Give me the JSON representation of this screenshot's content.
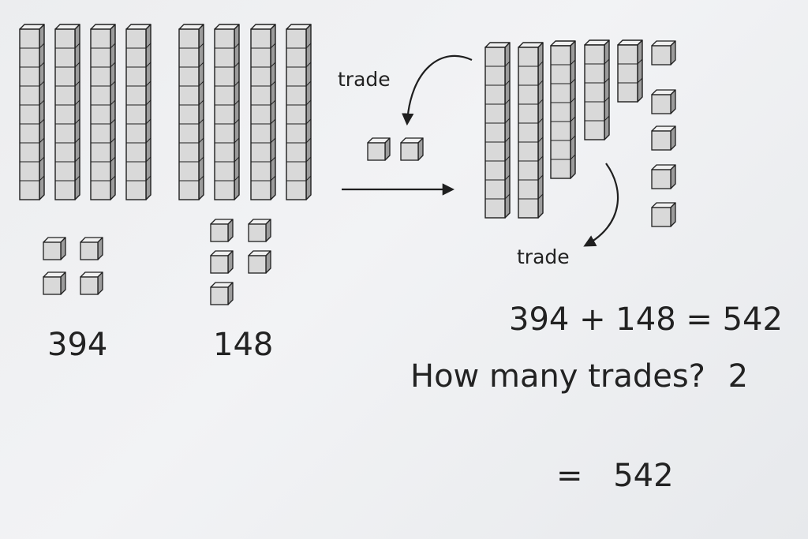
{
  "addend_a": "394",
  "addend_b": "148",
  "trade_label_top": "trade",
  "trade_label_bottom": "trade",
  "equation": "394 + 148 = 542",
  "question": {
    "text": "How many trades?",
    "answer": "2"
  },
  "result": {
    "equals": "=",
    "value": "542"
  },
  "colors": {
    "block_face": "#d9d9d9",
    "block_top": "#f0f0f0",
    "block_side": "#9c9c9c",
    "outline": "#1f1f1f",
    "text": "#222222"
  },
  "icons": [
    "ten-rod-icon",
    "unit-cube-icon",
    "curved-arrow-icon",
    "right-arrow-icon"
  ]
}
